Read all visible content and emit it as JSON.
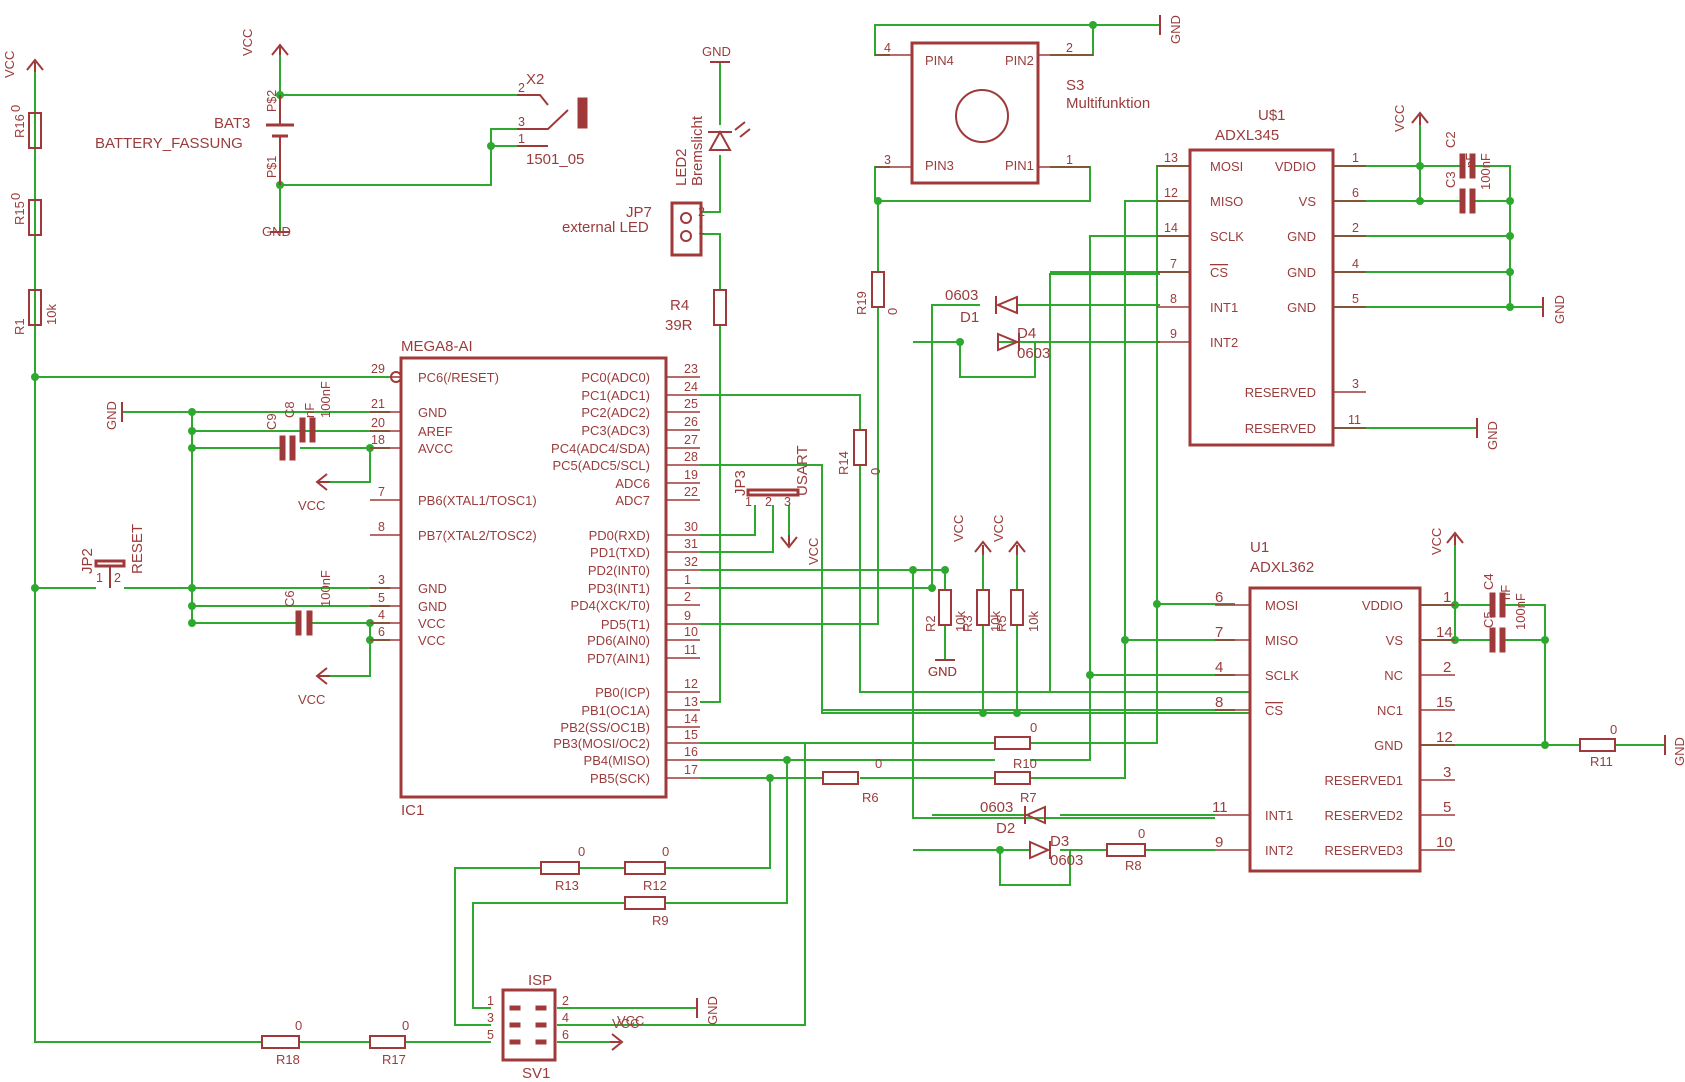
{
  "labels": {
    "vcc": "VCC",
    "gnd": "GND",
    "mcu_name": "MEGA8-AI",
    "mcu_ref": "IC1",
    "u1_ref": "U1",
    "u1_name": "ADXL362",
    "u2_ref": "U$1",
    "u2_name": "ADXL345",
    "s3_ref": "S3",
    "s3_name": "Multifunktion",
    "bat_ref": "BAT3",
    "bat_name": "BATTERY_FASSUNG",
    "x2_ref": "X2",
    "x2_name": "1501_05",
    "jp7_ref": "JP7",
    "jp7_name": "external LED",
    "led2_ref": "LED2",
    "led2_name": "Bremslicht",
    "jp2_ref": "JP2",
    "jp2_name": "RESET",
    "jp3_ref": "JP3",
    "jp3_name": "USART",
    "isp_name": "ISP",
    "sv1_ref": "SV1",
    "val_0": "0",
    "val_10k": "10k",
    "val_39r": "39R",
    "val_100nf": "100nF",
    "val_nf": "nF",
    "val_0603": "0603",
    "s3_pin4": "PIN4",
    "s3_pin2": "PIN2",
    "s3_pin3": "PIN3",
    "s3_pin1": "PIN1",
    "bat_p2": "P$2",
    "bat_p1": "P$1"
  },
  "resistors": [
    "R1",
    "R2",
    "R3",
    "R4",
    "R5",
    "R6",
    "R7",
    "R8",
    "R9",
    "R10",
    "R11",
    "R12",
    "R13",
    "R14",
    "R15",
    "R16",
    "R17",
    "R18",
    "R19"
  ],
  "capacitors": [
    "C2",
    "C3",
    "C4",
    "C5",
    "C6",
    "C8",
    "C9"
  ],
  "diodes": [
    "D1",
    "D2",
    "D3",
    "D4"
  ],
  "mcu_pins_left": [
    {
      "num": "29",
      "name": "PC6(/RESET)"
    },
    {
      "num": "21",
      "name": "GND"
    },
    {
      "num": "20",
      "name": "AREF"
    },
    {
      "num": "18",
      "name": "AVCC"
    },
    {
      "num": "7",
      "name": "PB6(XTAL1/TOSC1)"
    },
    {
      "num": "8",
      "name": "PB7(XTAL2/TOSC2)"
    },
    {
      "num": "3",
      "name": "GND"
    },
    {
      "num": "5",
      "name": "GND"
    },
    {
      "num": "4",
      "name": "VCC"
    },
    {
      "num": "6",
      "name": "VCC"
    }
  ],
  "mcu_pins_right": [
    {
      "num": "23",
      "name": "PC0(ADC0)"
    },
    {
      "num": "24",
      "name": "PC1(ADC1)"
    },
    {
      "num": "25",
      "name": "PC2(ADC2)"
    },
    {
      "num": "26",
      "name": "PC3(ADC3)"
    },
    {
      "num": "27",
      "name": "PC4(ADC4/SDA)"
    },
    {
      "num": "28",
      "name": "PC5(ADC5/SCL)"
    },
    {
      "num": "19",
      "name": "ADC6"
    },
    {
      "num": "22",
      "name": "ADC7"
    },
    {
      "num": "30",
      "name": "PD0(RXD)"
    },
    {
      "num": "31",
      "name": "PD1(TXD)"
    },
    {
      "num": "32",
      "name": "PD2(INT0)"
    },
    {
      "num": "1",
      "name": "PD3(INT1)"
    },
    {
      "num": "2",
      "name": "PD4(XCK/T0)"
    },
    {
      "num": "9",
      "name": "PD5(T1)"
    },
    {
      "num": "10",
      "name": "PD6(AIN0)"
    },
    {
      "num": "11",
      "name": "PD7(AIN1)"
    },
    {
      "num": "12",
      "name": "PB0(ICP)"
    },
    {
      "num": "13",
      "name": "PB1(OC1A)"
    },
    {
      "num": "14",
      "name": "PB2(SS/OC1B)"
    },
    {
      "num": "15",
      "name": "PB3(MOSI/OC2)"
    },
    {
      "num": "16",
      "name": "PB4(MISO)"
    },
    {
      "num": "17",
      "name": "PB5(SCK)"
    }
  ],
  "u2_pins_left": [
    {
      "num": "13",
      "name": "MOSI"
    },
    {
      "num": "12",
      "name": "MISO"
    },
    {
      "num": "14",
      "name": "SCLK"
    },
    {
      "num": "7",
      "name": "CS"
    },
    {
      "num": "8",
      "name": "INT1"
    },
    {
      "num": "9",
      "name": "INT2"
    }
  ],
  "u2_pins_right": [
    {
      "num": "1",
      "name": "VDDIO"
    },
    {
      "num": "6",
      "name": "VS"
    },
    {
      "num": "2",
      "name": "GND"
    },
    {
      "num": "4",
      "name": "GND"
    },
    {
      "num": "5",
      "name": "GND"
    },
    {
      "num": "3",
      "name": "RESERVED"
    },
    {
      "num": "11",
      "name": "RESERVED"
    }
  ],
  "u1_pins_left": [
    {
      "num": "6",
      "name": "MOSI"
    },
    {
      "num": "7",
      "name": "MISO"
    },
    {
      "num": "4",
      "name": "SCLK"
    },
    {
      "num": "8",
      "name": "CS"
    },
    {
      "num": "11",
      "name": "INT1"
    },
    {
      "num": "9",
      "name": "INT2"
    }
  ],
  "u1_pins_right": [
    {
      "num": "1",
      "name": "VDDIO"
    },
    {
      "num": "14",
      "name": "VS"
    },
    {
      "num": "2",
      "name": "NC"
    },
    {
      "num": "15",
      "name": "NC1"
    },
    {
      "num": "12",
      "name": "GND"
    },
    {
      "num": "3",
      "name": "RESERVED1"
    },
    {
      "num": "5",
      "name": "RESERVED2"
    },
    {
      "num": "10",
      "name": "RESERVED3"
    }
  ],
  "isp_pins": [
    "1",
    "2",
    "3",
    "4",
    "5",
    "6"
  ],
  "misc_pins": [
    "1",
    "2",
    "3",
    "4"
  ]
}
